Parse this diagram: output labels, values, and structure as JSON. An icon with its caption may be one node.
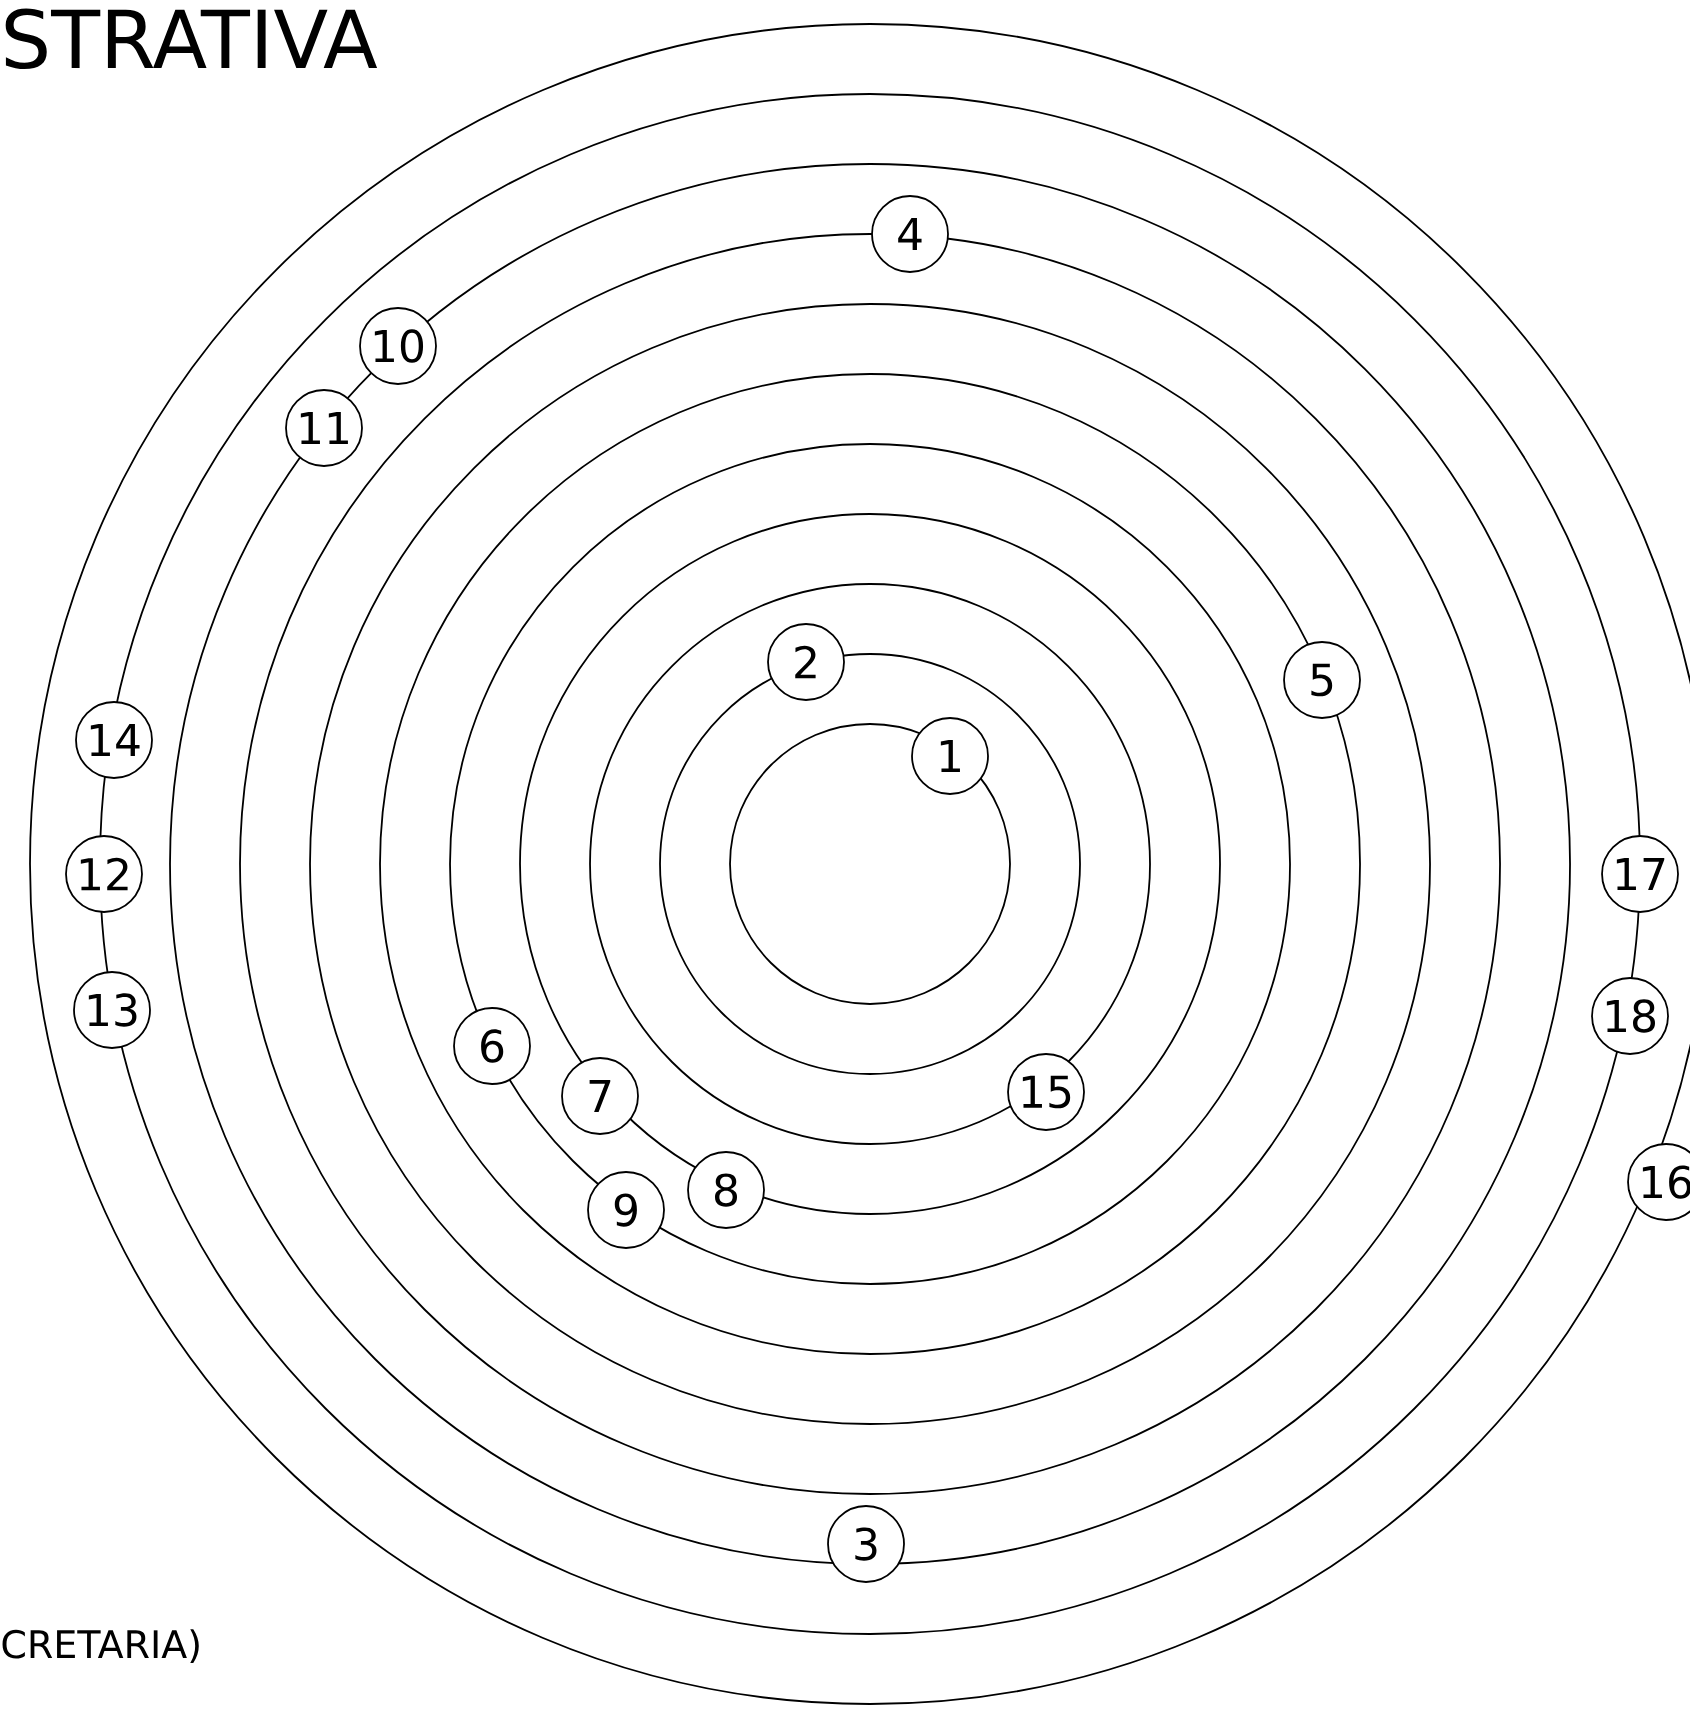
{
  "diagram": {
    "title": "STRATIVA",
    "nodes": [
      {
        "text": [
          "1"
        ]
      },
      {
        "text": [
          "2"
        ]
      },
      {
        "text": [
          "3"
        ]
      },
      {
        "text": [
          "4"
        ]
      },
      {
        "text": [
          "5"
        ]
      },
      {
        "text": [
          "6"
        ]
      },
      {
        "text": [
          "7"
        ]
      },
      {
        "text": [
          "8"
        ]
      },
      {
        "text": [
          "9"
        ]
      },
      {
        "text": [
          "10"
        ]
      },
      {
        "text": [
          "11"
        ]
      },
      {
        "text": [
          "12"
        ]
      },
      {
        "text": [
          "13"
        ]
      },
      {
        "text": [
          "14"
        ]
      },
      {
        "text": [
          "15"
        ]
      },
      {
        "text": [
          "16"
        ]
      },
      {
        "text": [
          "17"
        ]
      },
      {
        "text": [
          "18"
        ]
      }
    ],
    "labels": [
      "CRETARIA)"
    ]
  }
}
